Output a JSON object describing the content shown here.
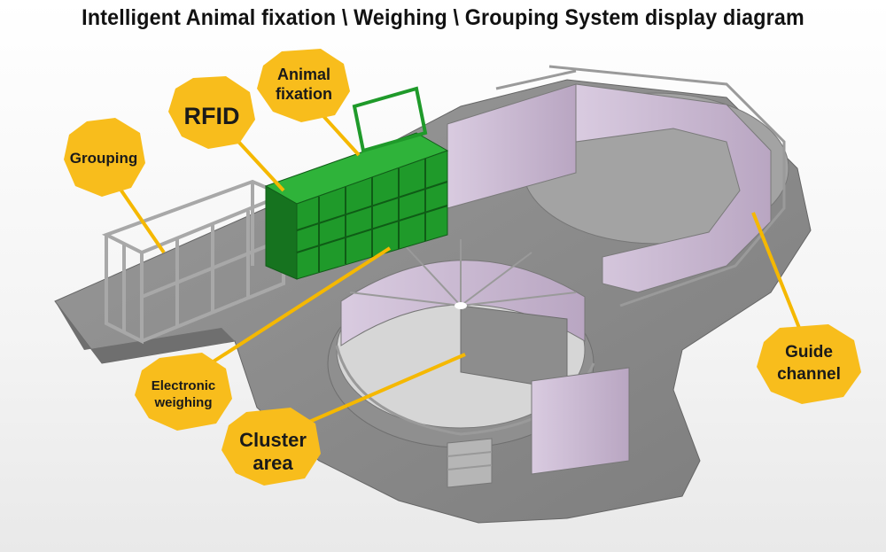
{
  "title": "Intelligent Animal fixation \\ Weighing \\ Grouping System display diagram",
  "colors": {
    "callout_fill": "#f8bd1c",
    "callout_line": "#f5b800",
    "green_equipment": "#1f9a2a",
    "partition_purple": "#c9b6cf",
    "floor_gray": "#8a8a8a",
    "frame_gray": "#b9b9b9"
  },
  "callouts": {
    "grouping": {
      "label": [
        "Grouping"
      ],
      "icon": "octagon-badge"
    },
    "rfid": {
      "label": [
        "RFID"
      ],
      "icon": "octagon-badge"
    },
    "animal_fixation": {
      "label": [
        "Animal",
        "fixation"
      ],
      "icon": "octagon-badge"
    },
    "electronic_weighing": {
      "label": [
        "Electronic",
        "weighing"
      ],
      "icon": "octagon-badge"
    },
    "cluster_area": {
      "label": [
        "Cluster",
        "area"
      ],
      "icon": "octagon-badge"
    },
    "guide_channel": {
      "label": [
        "Guide",
        "channel"
      ],
      "icon": "octagon-badge"
    }
  }
}
